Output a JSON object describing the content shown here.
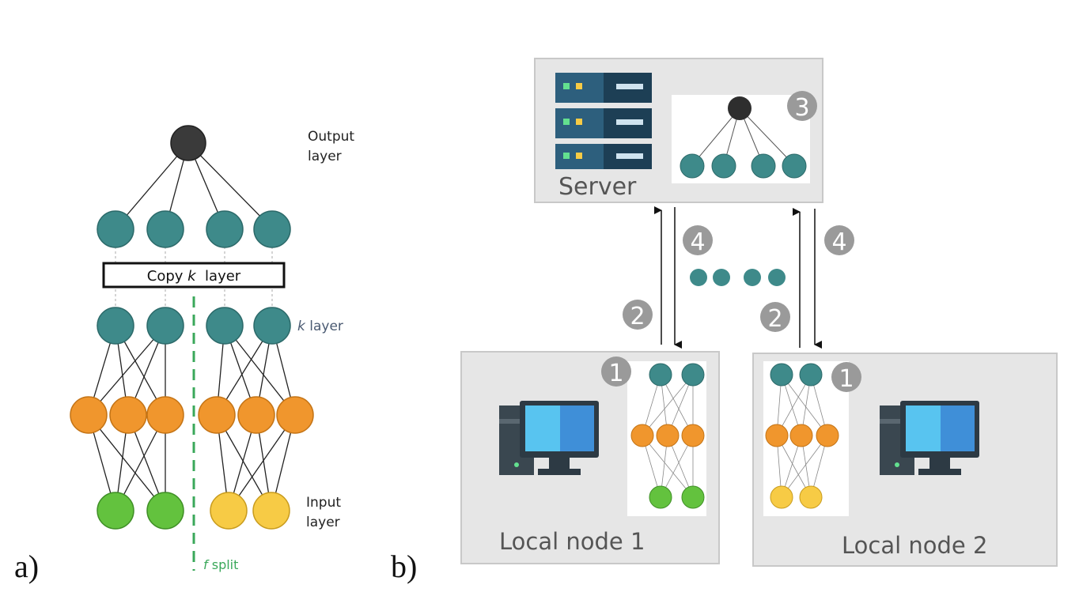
{
  "panel_a": {
    "tag": "a)",
    "output_label_line1": "Output",
    "output_label_line2": "layer",
    "copy_box_text": "Copy k  layer",
    "copy_box_prefix": "Copy ",
    "copy_box_k": "k",
    "copy_box_suffix": "  layer",
    "k_label_k": "k",
    "k_label_rest": " layer",
    "input_label_line1": "Input",
    "input_label_line2": "layer",
    "split_label_f": "f",
    "split_label_rest": " split"
  },
  "panel_b": {
    "tag": "b)",
    "server_label": "Server",
    "local_node_1_label": "Local node 1",
    "local_node_2_label": "Local node 2",
    "step_1": "1",
    "step_2": "2",
    "step_3": "3",
    "step_4": "4"
  },
  "colors": {
    "teal": "#3e8a8a",
    "orange": "#f0962d",
    "green": "#63c23e",
    "yellow": "#f7cb45",
    "dark_node": "#3a3a3a",
    "split_line": "#3aa85a",
    "box_fill": "#e6e6e6",
    "badge": "#9a9a9a",
    "server_blue": "#2d5f7d",
    "monitor_blue": "#3fa3e0"
  }
}
